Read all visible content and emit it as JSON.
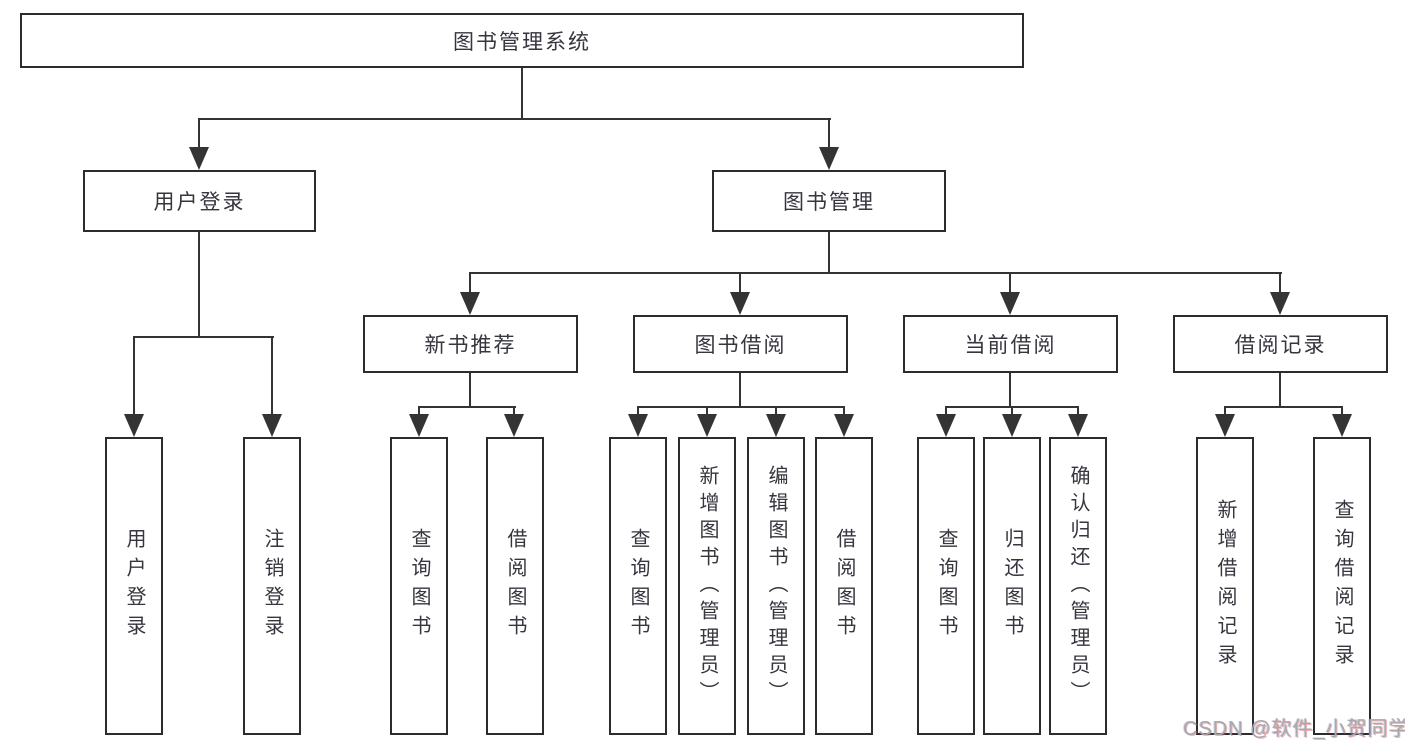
{
  "tree": {
    "root": "图书管理系统",
    "branches": [
      {
        "label": "用户登录",
        "leaves": [
          "用户登录",
          "注销登录"
        ]
      },
      {
        "label": "图书管理",
        "groups": [
          {
            "label": "新书推荐",
            "leaves": [
              "查询图书",
              "借阅图书"
            ]
          },
          {
            "label": "图书借阅",
            "leaves": [
              "查询图书",
              "新增图书（管理员）",
              "编辑图书（管理员）",
              "借阅图书"
            ]
          },
          {
            "label": "当前借阅",
            "leaves": [
              "查询图书",
              "归还图书",
              "确认归还（管理员）"
            ]
          },
          {
            "label": "借阅记录",
            "leaves": [
              "新增借阅记录",
              "查询借阅记录"
            ]
          }
        ]
      }
    ]
  },
  "watermark": {
    "text": "CSDN @软件_小贺同学"
  },
  "colors": {
    "line": "#343434",
    "box_border": "#2c2c2c",
    "text": "#35363e",
    "background": "#ffffff",
    "watermark": "#a8aaad"
  }
}
